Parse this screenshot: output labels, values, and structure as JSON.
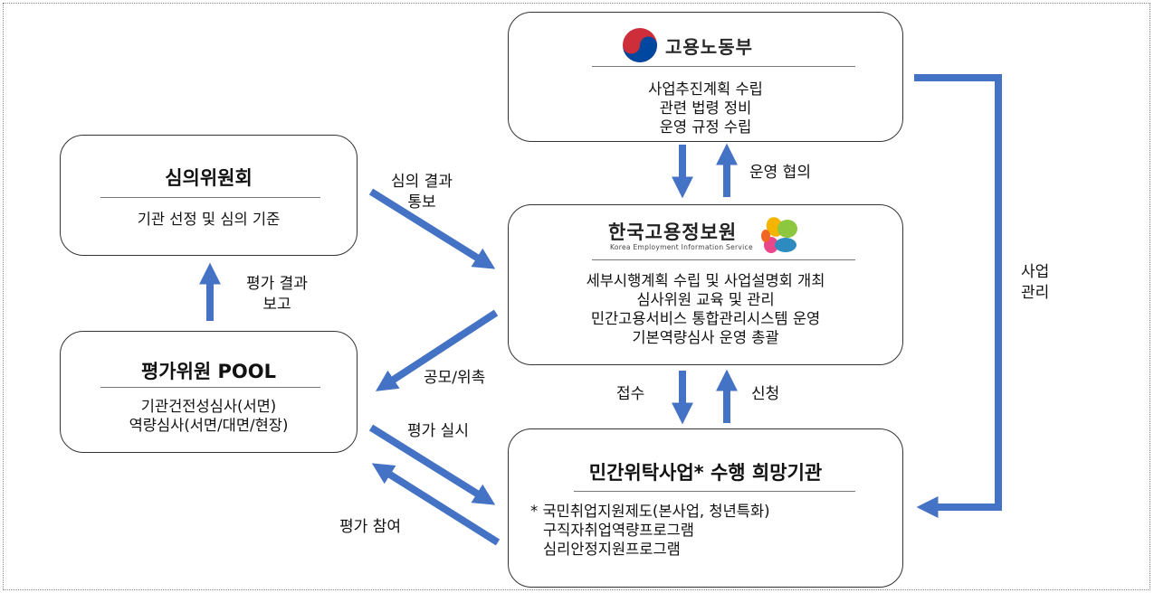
{
  "moel": {
    "logo_text": "고용노동부",
    "lines": [
      "사업추진계획 수립",
      "관련 법령 정비",
      "운영 규정 수립"
    ]
  },
  "committee": {
    "title": "심의위원회",
    "lines": [
      "기관 선정 및 심의 기준"
    ]
  },
  "keis": {
    "logo_name": "한국고용정보원",
    "logo_sub": "Korea Employment Information Service",
    "lines": [
      "세부시행계획 수립 및 사업설명회 개최",
      "심사위원 교육 및 관리",
      "민간고용서비스 통합관리시스템 운영",
      "기본역량심사 운영 총괄"
    ]
  },
  "pool": {
    "title": "평가위원 POOL",
    "lines": [
      "기관건전성심사(서면)",
      "역량심사(서면/대면/현장)"
    ]
  },
  "applicant": {
    "title": "민간위탁사업* 수행 희망기관",
    "lines": [
      "* 국민취업지원제도(본사업, 청년특화)",
      "구직자취업역량프로그램",
      "심리안정지원프로그램"
    ]
  },
  "labels": {
    "consult": "운영 협의",
    "deliberation_line1": "심의 결과",
    "deliberation_line2": "통보",
    "report_line1": "평가 결과",
    "report_line2": "보고",
    "recruit": "공모/위촉",
    "receipt": "접수",
    "apply": "신청",
    "conduct": "평가 실시",
    "participate": "평가 참여",
    "mgmt_line1": "사업",
    "mgmt_line2": "관리"
  },
  "colors": {
    "arrow": "#4472C4",
    "logo_red": "#CD2E3A",
    "logo_blue": "#0047A0"
  }
}
